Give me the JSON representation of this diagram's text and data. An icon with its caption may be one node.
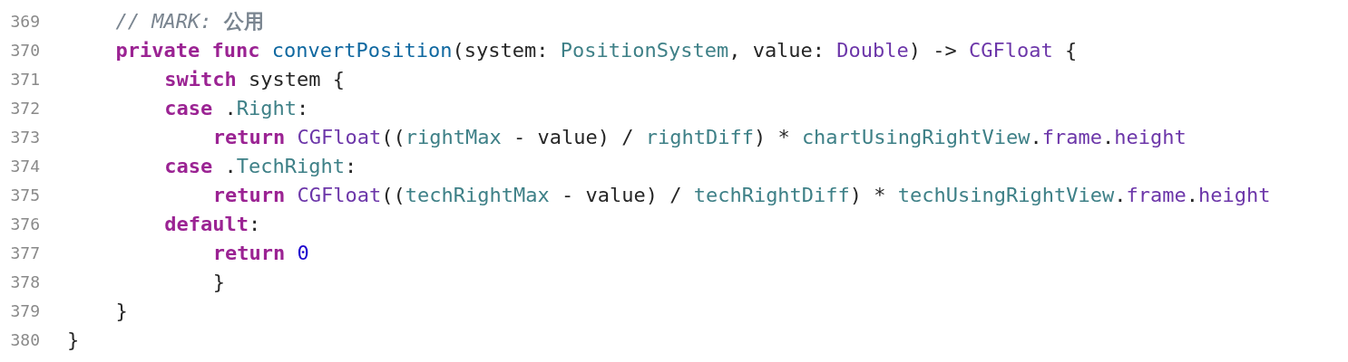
{
  "diagram": {
    "labels": [
      "369",
      "// MARK: 公用",
      "370",
      "private func convertPosition(system: PositionSystem, value: Double) -> CGFloat {",
      "371",
      "switch system {",
      "372",
      "case .Right:",
      "373",
      "return CGFloat((rightMax - value) / rightDiff) * chartUsingRightView.frame.height",
      "374",
      "case .TechRight:",
      "375",
      "return CGFloat((techRightMax - value) / techRightDiff) * techUsingRightView.frame.height",
      "376",
      "default:",
      "377",
      "return 0",
      "378",
      "}",
      "379",
      "}",
      "380",
      "}"
    ]
  }
}
